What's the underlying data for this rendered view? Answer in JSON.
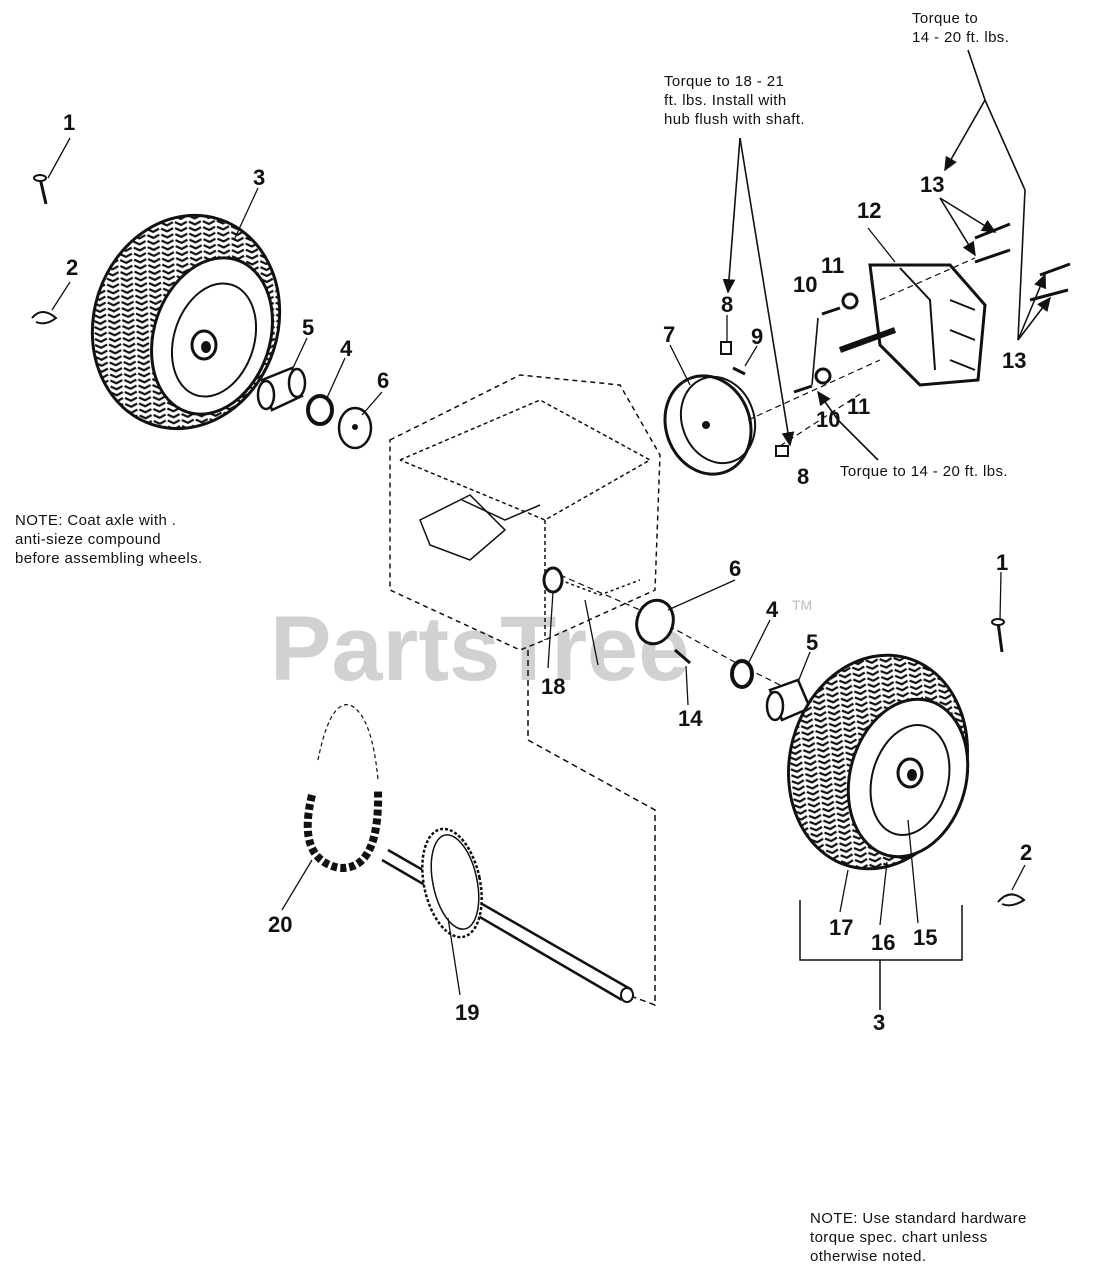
{
  "watermark": {
    "text": "PartsTree",
    "tm": "TM"
  },
  "notes": {
    "axle": [
      "NOTE: Coat axle with .",
      "anti-sieze compound",
      "before assembling wheels."
    ],
    "standard_hardware": [
      "NOTE: Use standard hardware",
      "torque spec. chart unless",
      "otherwise noted."
    ],
    "torque_pulley": [
      "Torque to 18 - 21",
      "ft. lbs. Install with",
      "hub flush with shaft."
    ],
    "torque_transmission_top": [
      "Torque to",
      "14 - 20 ft. lbs."
    ],
    "torque_transmission_bottom": "Torque to 14 - 20 ft. lbs."
  },
  "labels": {
    "p1_left": "1",
    "p2_left": "2",
    "p3_left": "3",
    "p5_left": "5",
    "p4_left": "4",
    "p6_left": "6",
    "p7": "7",
    "p8_top": "8",
    "p9": "9",
    "p8_bottom": "8",
    "p10_top": "10",
    "p11_top": "11",
    "p12": "12",
    "p13_top": "13",
    "p13_right": "13",
    "p11_bottom": "11",
    "p10_bottom": "10",
    "p6_right": "6",
    "p4_right": "4",
    "p5_right": "5",
    "p18": "18",
    "p14": "14",
    "p1_right": "1",
    "p2_right": "2",
    "p17": "17",
    "p16": "16",
    "p15": "15",
    "p3_bottom": "3",
    "p19": "19",
    "p20": "20"
  },
  "colors": {
    "ink": "#111111",
    "watermark": "#c9c9c9",
    "background": "#ffffff"
  }
}
